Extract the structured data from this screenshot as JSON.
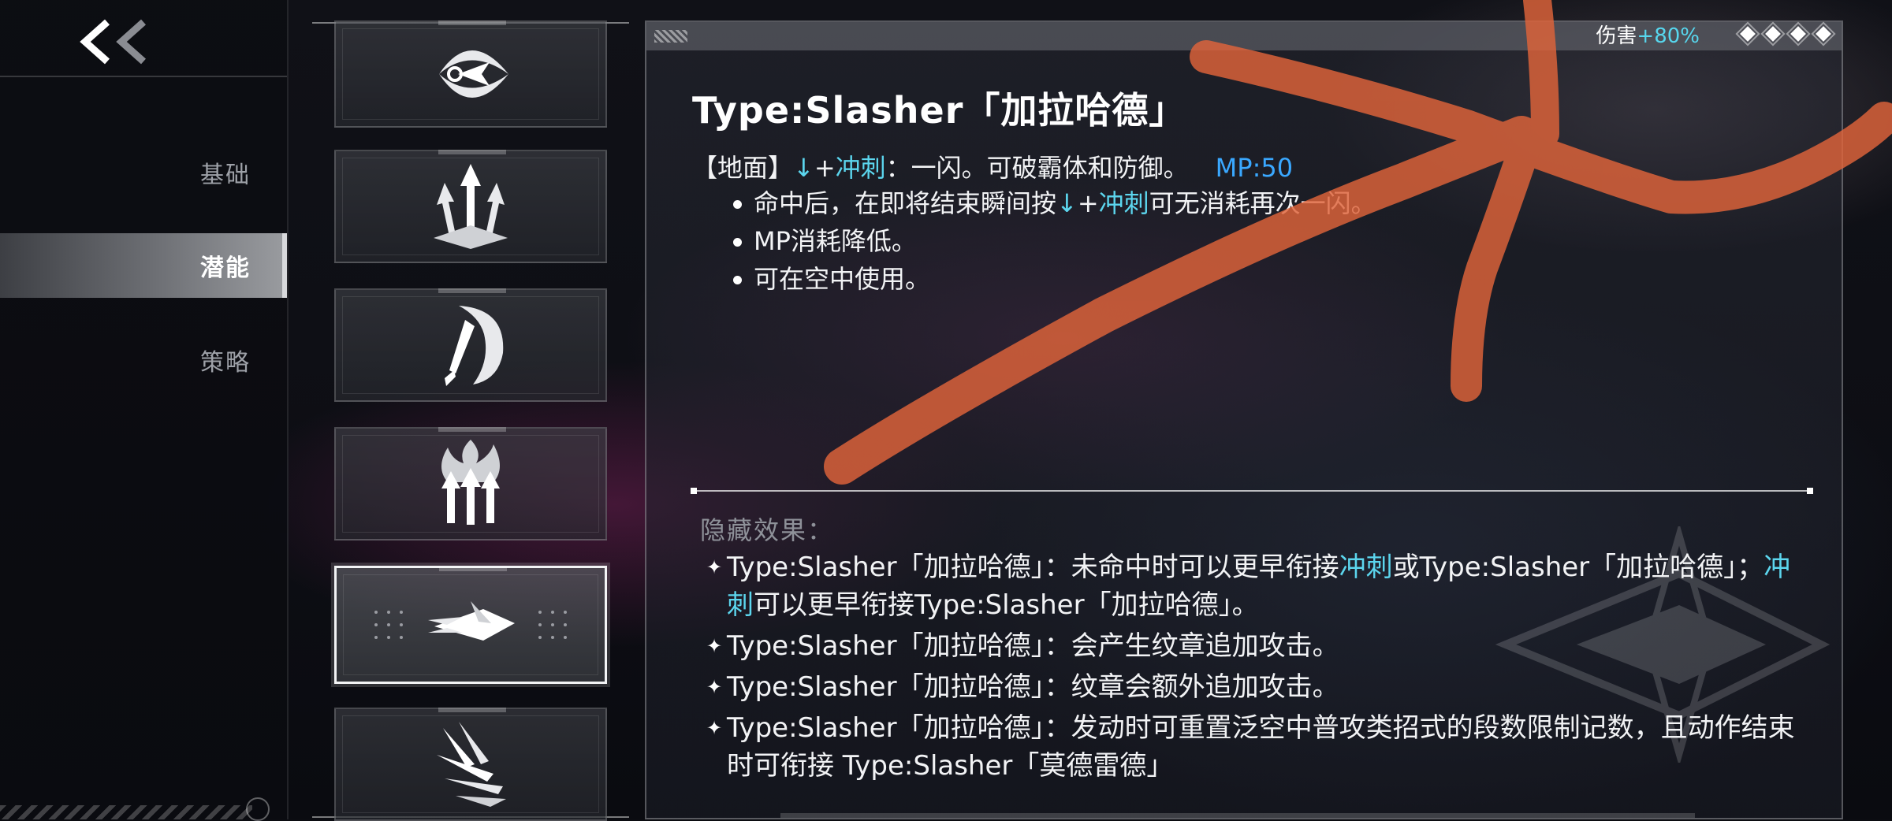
{
  "nav": {
    "back_label": "<<",
    "items": [
      {
        "label": "基础",
        "active": false
      },
      {
        "label": "潜能",
        "active": true
      },
      {
        "label": "策略",
        "active": false
      }
    ]
  },
  "skills": {
    "icons": [
      "crescent-slash-icon",
      "triple-arrow-icon",
      "blade-helmet-icon",
      "flame-arrows-icon",
      "dash-blade-icon",
      "shard-spikes-icon"
    ],
    "selected_index": 4
  },
  "detail": {
    "damage_label": "伤害",
    "damage_value": "+80%",
    "title": "Type:Slasher「加拉哈德」",
    "desc": {
      "prefix": "【地面】",
      "arrow": "↓",
      "plus": "+",
      "dash": "冲刺",
      "rest": "：一闪。可破霸体和防御。",
      "mp": "MP:50"
    },
    "bullets": {
      "b1": {
        "pre": "命中后，在即将结束瞬间按",
        "arrow": "↓",
        "plus": "+",
        "dash": "冲刺",
        "post": "可无消耗再次一闪。"
      },
      "b2": "MP消耗降低。",
      "b3": "可在空中使用。"
    },
    "hidden": {
      "title": "隐藏效果：",
      "item1": {
        "pre": "Type:Slasher「加拉哈德」：未命中时可以更早衔接",
        "dash": "冲刺",
        "mid": "或Type:Slasher「加拉哈德」；",
        "dash2": "冲刺",
        "post": "可以更早衔接Type:Slasher「加拉哈德」。"
      },
      "item2": "Type:Slasher「加拉哈德」：会产生纹章追加攻击。",
      "item3": "Type:Slasher「加拉哈德」：纹章会额外追加攻击。",
      "item4": "Type:Slasher「加拉哈德」：发动时可重置泛空中普攻类招式的段数限制记数，且动作结束时可衔接 Type:Slasher「莫德雷德」"
    },
    "colors": {
      "highlight": "#5cd6ee",
      "mp": "#3aa8ff",
      "annotation": "#e0643a"
    }
  }
}
